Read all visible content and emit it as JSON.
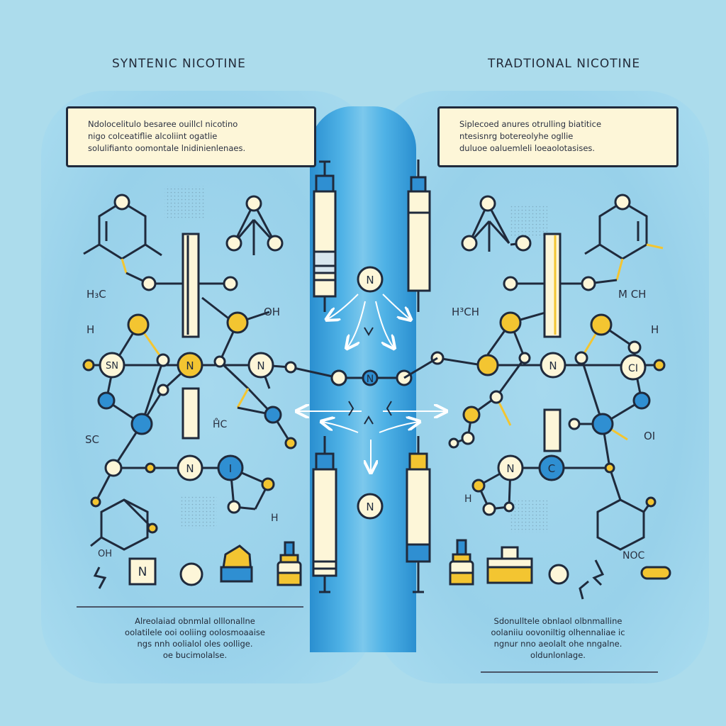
{
  "titles": {
    "left": "SYNTENIC NICOTINE",
    "right": "TRADTIONAL NICOTINE"
  },
  "callouts": {
    "left": "Ndolocelitulo besaree ouillcl nicotino\nnigo colceatiflie alcoliint ogatlie\nsolulifianto oomontale lnidinienlenaes.",
    "right": "Siplecoed anures otrulling biatitice\nntesisnrg botereolyhe ogllie\nduluoe oaluemleli loeaolotasises."
  },
  "captions": {
    "left": "Alreolaiad obnmlal olllonallne\noolatilele ooi ooliing oolosmoaaise\nngs nnh oolialol oles oollige.\noe bucimolalse.",
    "right": "Sdonulltele obnlaol olbnmalline\noolaniiu oovoniltig olhennaliae ic\nngnur nno aeolalt ohe nngalne.\noldunlonlage."
  },
  "atom_labels": {
    "n": "N",
    "sn": "SN",
    "ci": "CI",
    "c": "C",
    "i": "I",
    "oh": "OH",
    "h": "H",
    "sc": "SC",
    "h3c": "H₃C",
    "h_left": "H",
    "hc_small": "H̊C",
    "h3ch": "H³CH",
    "m_ch": "M  CH",
    "h_right": "H",
    "oi": "OI",
    "noc": "NOC"
  },
  "colors": {
    "background": "#acdcec",
    "center_band": "#2a8fd0",
    "bond": "#1f2a3c",
    "atom_fill": "#fdf6d8",
    "yellow": "#f3c531",
    "blue": "#2f8fd2",
    "callout": "#fdf6d8"
  },
  "icons": [
    "syringe-icon",
    "dropper-bottle-icon",
    "beaker-icon",
    "capsule-icon",
    "molecule-icon"
  ]
}
